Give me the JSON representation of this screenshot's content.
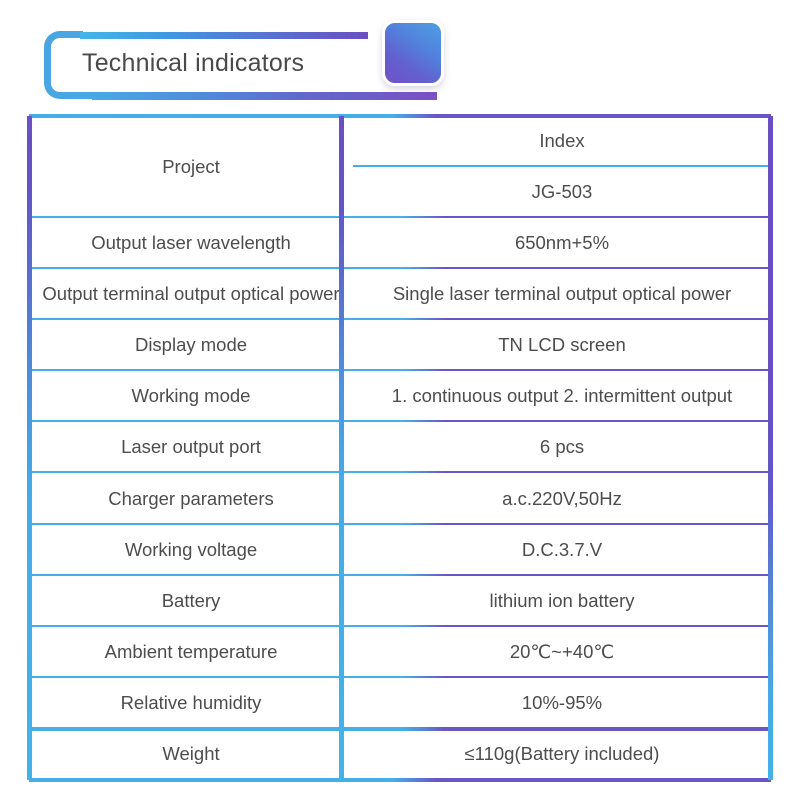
{
  "header": {
    "title": "Technical indicators",
    "accent_cyan": "#45b0e8",
    "accent_purple": "#6a4fc3"
  },
  "table": {
    "rows": [
      {
        "label": "Project",
        "value": "Index",
        "value2": "JG-503",
        "split": true
      },
      {
        "label": "Output laser wavelength",
        "value": "650nm+5%"
      },
      {
        "label": "Output terminal output optical power",
        "value": "Single laser terminal output optical power"
      },
      {
        "label": "Display mode",
        "value": "TN LCD screen"
      },
      {
        "label": "Working mode",
        "value": "1. continuous output 2. intermittent output"
      },
      {
        "label": "Laser output port",
        "value": "6 pcs"
      },
      {
        "label": "Charger parameters",
        "value": "a.c.220V,50Hz"
      },
      {
        "label": "Working voltage",
        "value": "D.C.3.7.V"
      },
      {
        "label": "Battery",
        "value": "lithium ion battery"
      },
      {
        "label": "Ambient temperature",
        "value": "20℃~+40℃"
      },
      {
        "label": "Relative humidity",
        "value": "10%-95%"
      },
      {
        "label": "Weight",
        "value": "≤110g(Battery included)"
      }
    ]
  }
}
